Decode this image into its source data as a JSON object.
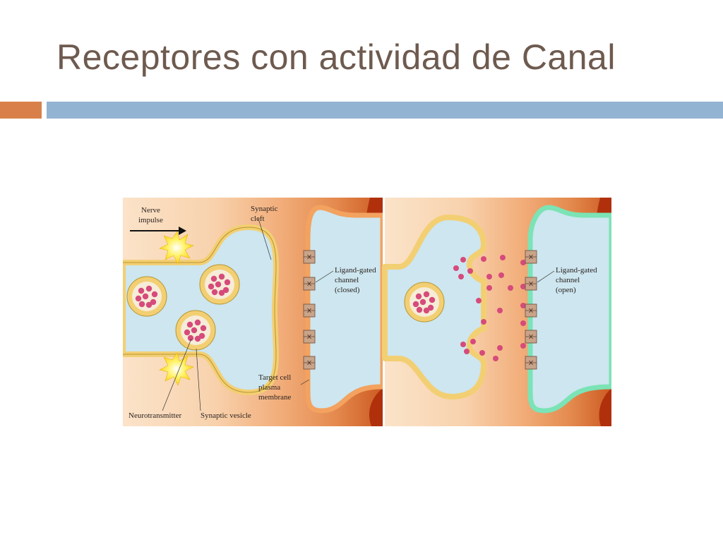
{
  "slide": {
    "title": "Receptores con actividad de Canal"
  },
  "figure": {
    "left_panel": {
      "nerve_impulse_line1": "Nerve",
      "nerve_impulse_line2": "impulse",
      "synaptic_cleft_line1": "Synaptic",
      "synaptic_cleft_line2": "cleft",
      "channel_line1": "Ligand-gated",
      "channel_line2": "channel",
      "channel_line3": "(closed)",
      "target_line1": "Target cell",
      "target_line2": "plasma",
      "target_line3": "membrane",
      "neurotransmitter": "Neurotransmitter",
      "synaptic_vesicle": "Synaptic vesicle"
    },
    "right_panel": {
      "channel_line1": "Ligand-gated",
      "channel_line2": "channel",
      "channel_line3": "(open)"
    }
  },
  "colors": {
    "title": "#6e5a4f",
    "accent_orange": "#d9804a",
    "accent_blue": "#93b3d2",
    "cytoplasm": "#cde6ef",
    "membrane": "#f3cf73",
    "neurotransmitter": "#d64b7b",
    "open_membrane": "#7be3b5",
    "dark_tissue": "#b0300c"
  }
}
